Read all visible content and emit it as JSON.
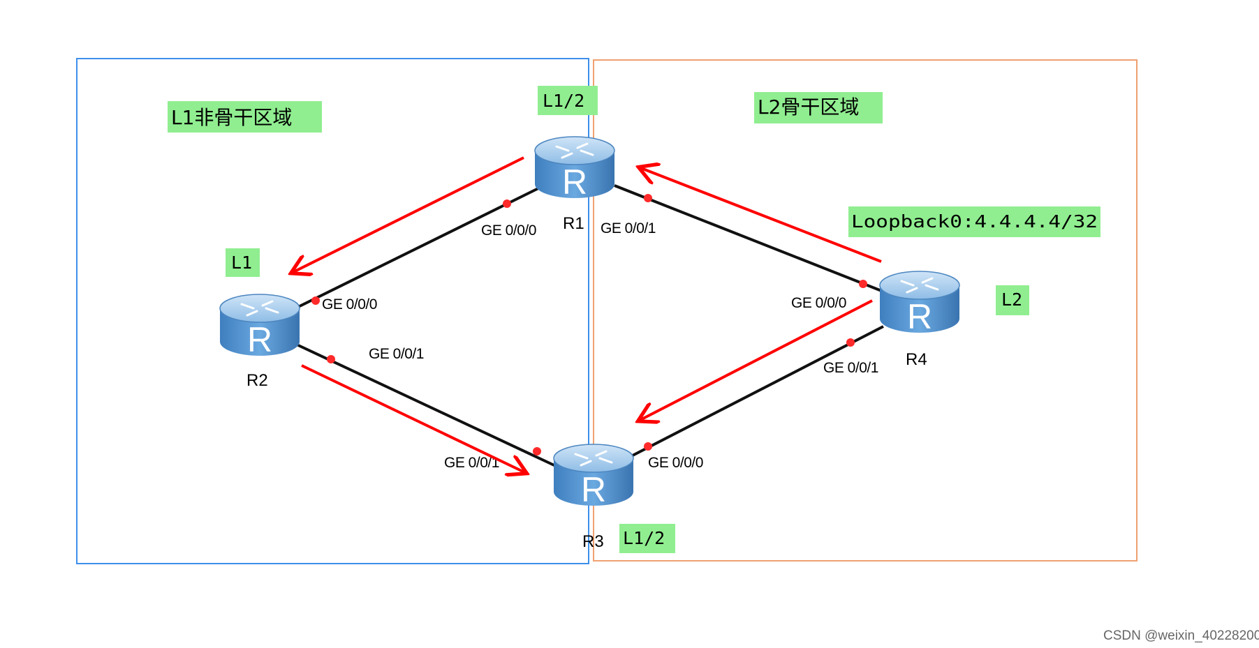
{
  "areas": {
    "l1_area_label": "L1非骨干区域",
    "l2_area_label": "L2骨干区域",
    "l1_area_color": "#3d8fea",
    "l2_area_color": "#f0a070"
  },
  "routers": {
    "r1": {
      "name": "R1",
      "level": "L1/2",
      "port_left": "GE 0/0/0",
      "port_right": "GE 0/0/1"
    },
    "r2": {
      "name": "R2",
      "level": "L1",
      "port_top": "GE 0/0/0",
      "port_bottom": "GE 0/0/1"
    },
    "r3": {
      "name": "R3",
      "level": "L1/2",
      "port_left": "GE 0/0/1",
      "port_right": "GE 0/0/0"
    },
    "r4": {
      "name": "R4",
      "level": "L2",
      "loopback": "Loopback0:4.4.4.4/32",
      "port_top": "GE 0/0/0",
      "port_bottom": "GE 0/0/1"
    }
  },
  "router_icon_letter": "R",
  "router_icon": "router-icon",
  "route_arrow_color": "#ff0000",
  "tag_color": "#90ee90",
  "watermark": "CSDN @weixin_40228200"
}
